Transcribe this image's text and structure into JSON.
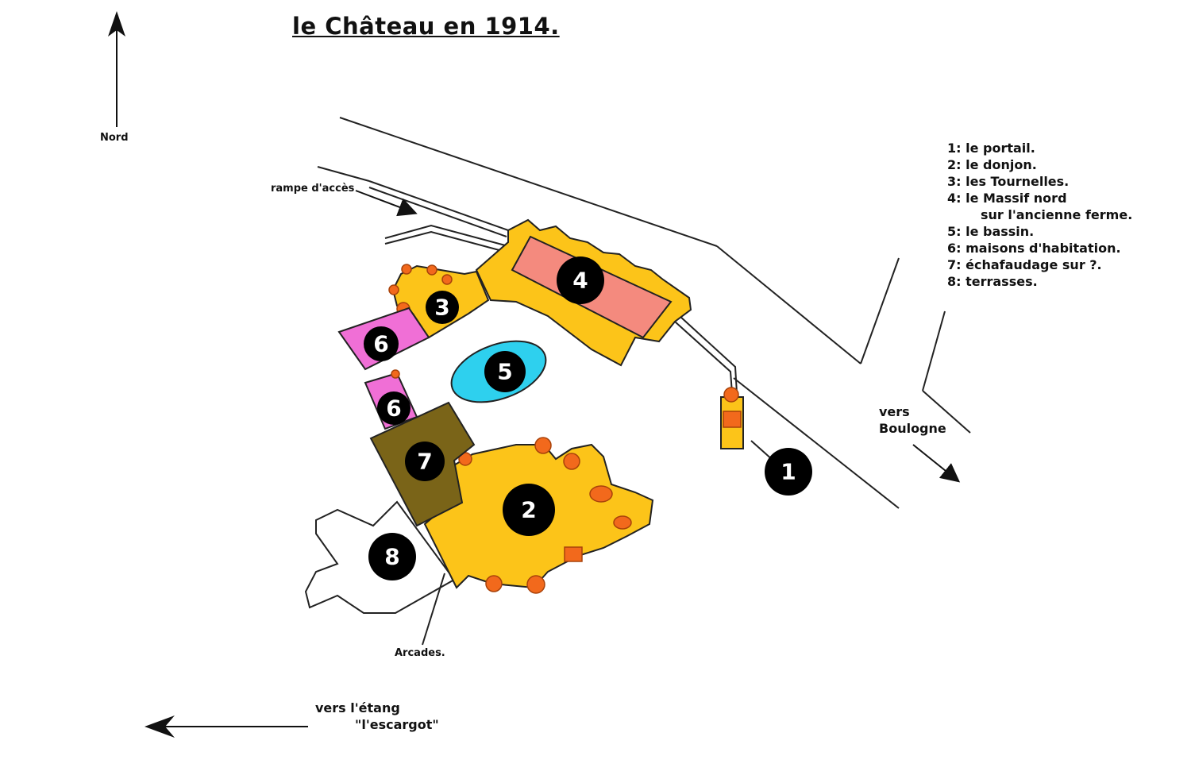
{
  "title": "le Château en 1914.",
  "compass": {
    "label": "Nord"
  },
  "annotations": {
    "ramp": "rampe d'accès",
    "arcades": "Arcades.",
    "boulogne_line1": "vers",
    "boulogne_line2": "Boulogne",
    "etang_line1": "vers l'étang",
    "etang_line2": "\"l'escargot\""
  },
  "markers": [
    "1",
    "2",
    "3",
    "4",
    "5",
    "6",
    "6",
    "7",
    "8"
  ],
  "legend": [
    "1: le portail.",
    "2: le donjon.",
    "3: les Tournelles.",
    "4: le Massif nord",
    "sur l'ancienne ferme.",
    "5: le bassin.",
    "6: maisons d'habitation.",
    "7: échafaudage sur ?.",
    "8: terrasses."
  ],
  "colors": {
    "donjon": "#fcc419",
    "massif": "#f48a7e",
    "bassin": "#2ed0ee",
    "maisons": "#f06fd6",
    "echafaudage": "#7a6418",
    "tower": "#f2691c",
    "marker": "#000000"
  }
}
